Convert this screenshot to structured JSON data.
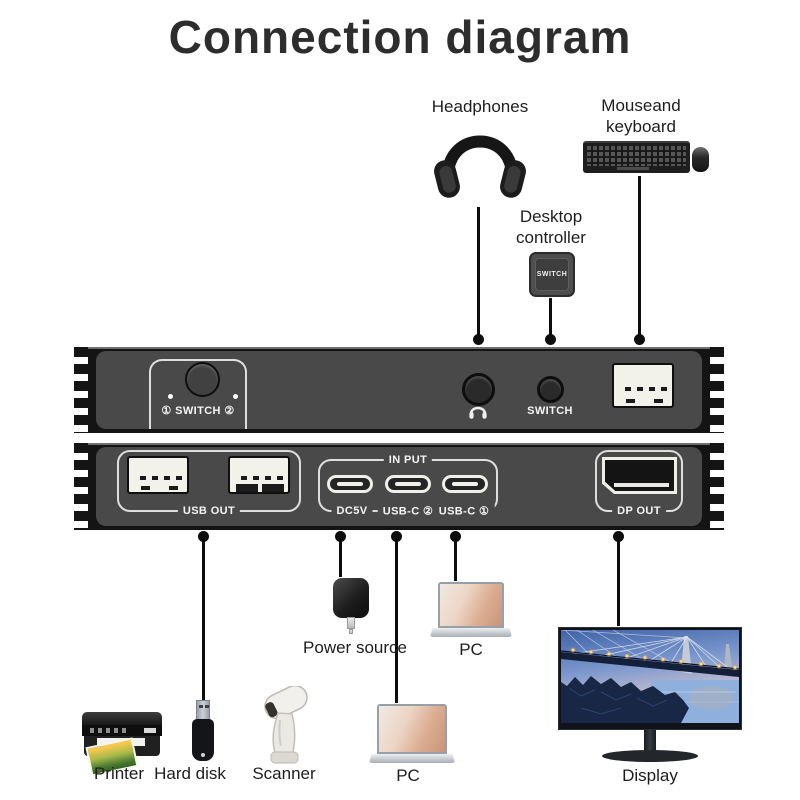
{
  "title": "Connection diagram",
  "top_devices": {
    "headphones": {
      "label": "Headphones"
    },
    "mouse_keyboard": {
      "line1": "Mouseand",
      "line2": "keyboard"
    },
    "desktop_controller": {
      "line1": "Desktop",
      "line2": "controller",
      "button_text": "SWITCH"
    }
  },
  "front_panel": {
    "switch_group_label": "① SWITCH ②",
    "switch_button_label": "SWITCH"
  },
  "rear_panel": {
    "usb_out_label": "USB OUT",
    "input_label": "IN PUT",
    "port_labels": [
      "DC5V",
      "USB-C ②",
      "USB-C ①"
    ],
    "dp_out_label": "DP OUT"
  },
  "bottom_devices": {
    "power_source": {
      "label": "Power source"
    },
    "pc_upper": {
      "label": "PC"
    },
    "printer": {
      "label": "Printer"
    },
    "hard_disk": {
      "label": "Hard disk"
    },
    "scanner": {
      "label": "Scanner"
    },
    "pc_lower": {
      "label": "PC"
    },
    "display": {
      "label": "Display"
    }
  },
  "colors": {
    "panel_face": "#494949",
    "panel_shell": "#141414",
    "port_white": "#f2f1ea",
    "line_black": "#0d0d0d"
  }
}
